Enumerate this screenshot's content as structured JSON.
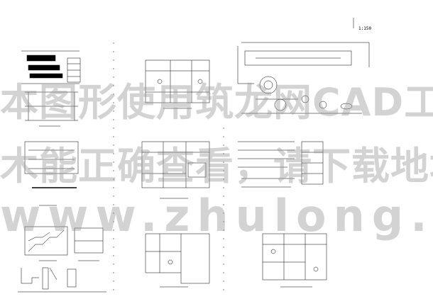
{
  "scale_label": "1:150",
  "watermark": {
    "line1": "本图形使用筑龙网CAD工具箱",
    "line2": "木能正确查看，请下载地址为：",
    "line3": "www.zhulong.com"
  }
}
